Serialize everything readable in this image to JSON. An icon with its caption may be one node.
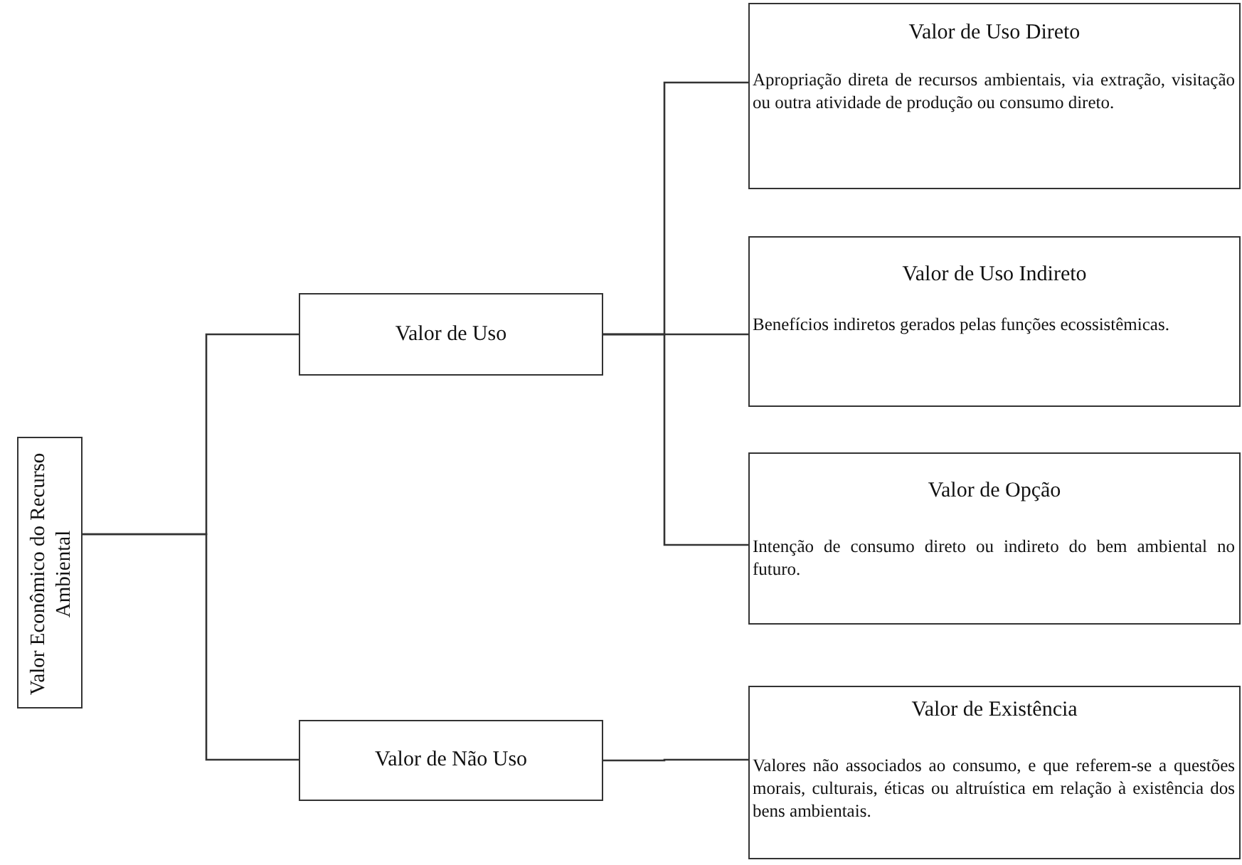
{
  "diagram": {
    "nodes": [
      {
        "text": [
          "Valor Econômico do Recurso Ambiental"
        ]
      },
      {
        "text": [
          "Valor de Uso"
        ]
      },
      {
        "text": [
          "Valor de Não Uso"
        ]
      },
      {
        "text": [
          "Valor de Uso Direto",
          "Apropriação direta de recursos ambientais, via extração, visitação ou outra atividade de produção ou consumo direto."
        ]
      },
      {
        "text": [
          "Valor de Uso Indireto",
          "Benefícios indiretos gerados pelas funções ecossistêmicas."
        ]
      },
      {
        "text": [
          "Valor de Opção",
          "Intenção de consumo direto ou indireto do bem ambiental no futuro."
        ]
      },
      {
        "text": [
          "Valor de Existência",
          "Valores não associados ao consumo, e que referem-se a questões morais, culturais, éticas ou altruística em relação à existência dos bens ambientais."
        ]
      }
    ],
    "edges": [
      {
        "from": 0,
        "to": 1,
        "arrow": "none"
      },
      {
        "from": 0,
        "to": 2,
        "arrow": "none"
      },
      {
        "from": 1,
        "to": 3,
        "arrow": "none"
      },
      {
        "from": 1,
        "to": 4,
        "arrow": "none"
      },
      {
        "from": 1,
        "to": 5,
        "arrow": "none"
      },
      {
        "from": 2,
        "to": 6,
        "arrow": "none"
      }
    ]
  }
}
